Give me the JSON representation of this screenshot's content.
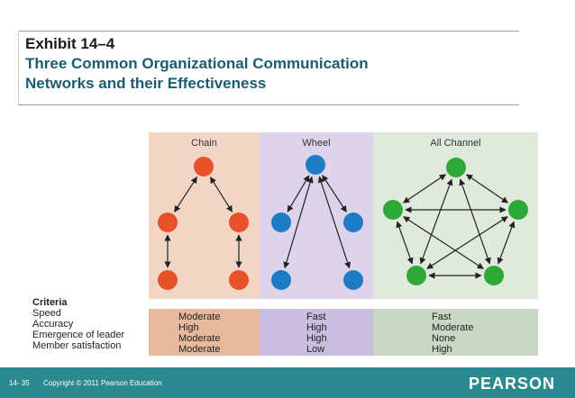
{
  "title": {
    "line1": "Exhibit 14–4",
    "line2": "Three Common Organizational Communication",
    "line3": "Networks and their Effectiveness"
  },
  "networks": [
    {
      "name": "Chain",
      "color": "#e8522a"
    },
    {
      "name": "Wheel",
      "color": "#1e7cc4"
    },
    {
      "name": "All Channel",
      "color": "#2fa83a"
    }
  ],
  "criteria": {
    "heading": "Criteria",
    "labels": [
      "Speed",
      "Accuracy",
      "Emergence of leader",
      "Member satisfaction"
    ],
    "chain": [
      "Moderate",
      "High",
      "Moderate",
      "Moderate"
    ],
    "wheel": [
      "Fast",
      "High",
      "High",
      "Low"
    ],
    "all_channel": [
      "Fast",
      "Moderate",
      "None",
      "High"
    ]
  },
  "footer": {
    "page": "14- 35",
    "copyright": "Copyright © 2011 Pearson Education",
    "brand": "PEARSON"
  }
}
